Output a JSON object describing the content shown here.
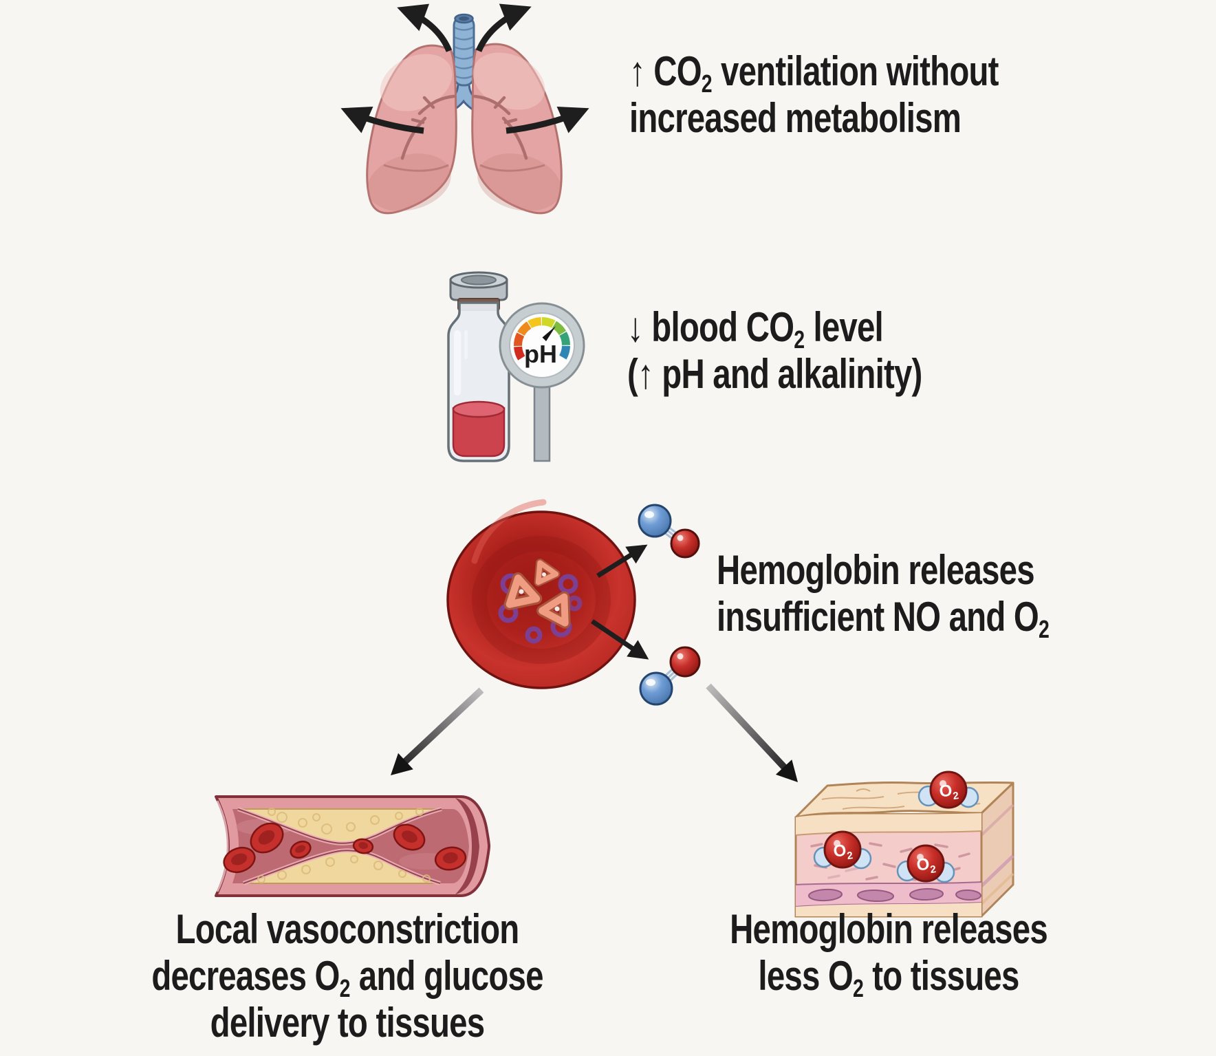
{
  "title": "Effects of overbreathing diagram",
  "colors": {
    "bg": "#f8f6f3",
    "ink": "#1c1c1c",
    "arrow": "#1e1e1e",
    "lung-pink": "#e3a4a3",
    "lung-outline": "#b4716e",
    "trachea-blue": "#8fb3d4",
    "vial-glass": "#e8edf2",
    "vial-cap": "#b9c1c6",
    "blood-red": "#cc424d",
    "gauge-arc": [
      "#d02c20",
      "#e2571f",
      "#ee8b1e",
      "#f4c51d",
      "#cfd829",
      "#7ebc3f",
      "#35a377",
      "#2e86b5"
    ],
    "rbc-red": "#c5302c",
    "heme-salmon": "#f09c82",
    "heme-purple": "#7c3f92",
    "mol-blue": "#6e9cd4",
    "mol-red": "#c62f2a",
    "vessel-wall": "#e29aa1",
    "vessel-dark": "#82303a",
    "vessel-lumen": "#bd6a72",
    "plaque-yellow": "#f0d79e",
    "tissue-top": "#f7e1c4",
    "tissue-front": "#f4cdca",
    "tissue-muscle": "#efbccb",
    "tissue-cell": "#c387ab",
    "o2-bubble": "#cfe3f4"
  },
  "figures": {
    "lungs": "lungs-exhaling-illustration",
    "vial": "blood-vial-with-ph-gauge-illustration",
    "rbc": "red-blood-cell-releasing-molecules-illustration",
    "vessel": "constricted-blood-vessel-illustration",
    "tissue": "tissue-block-with-oxygen-illustration"
  },
  "sections": {
    "ventilation": {
      "label": {
        "arrow": "↑",
        "l1a": " CO",
        "l1sub": "2",
        "l1b": " ventilation without",
        "l2": "increased metabolism"
      }
    },
    "blood": {
      "label": {
        "arrow": "↓",
        "l1a": " blood CO",
        "l1sub": "2",
        "l1b": " level",
        "l2open": "(",
        "l2arrow": "↑",
        "l2b": " pH and alkalinity)"
      },
      "gauge_label": "pH"
    },
    "hemoglobin": {
      "label": {
        "l1": "Hemoglobin releases",
        "l2a": "insufficient NO and O",
        "l2sub": "2"
      }
    },
    "vessel": {
      "label": {
        "l1": "Local vasoconstriction",
        "l2a": "decreases O",
        "l2sub": "2",
        "l2b": " and glucose",
        "l3": "delivery to tissues"
      }
    },
    "tissue": {
      "label": {
        "l1": "Hemoglobin releases",
        "l2a": "less O",
        "l2sub": "2",
        "l2b": " to tissues"
      },
      "o2_symbol": "O",
      "o2_sub": "2"
    }
  }
}
